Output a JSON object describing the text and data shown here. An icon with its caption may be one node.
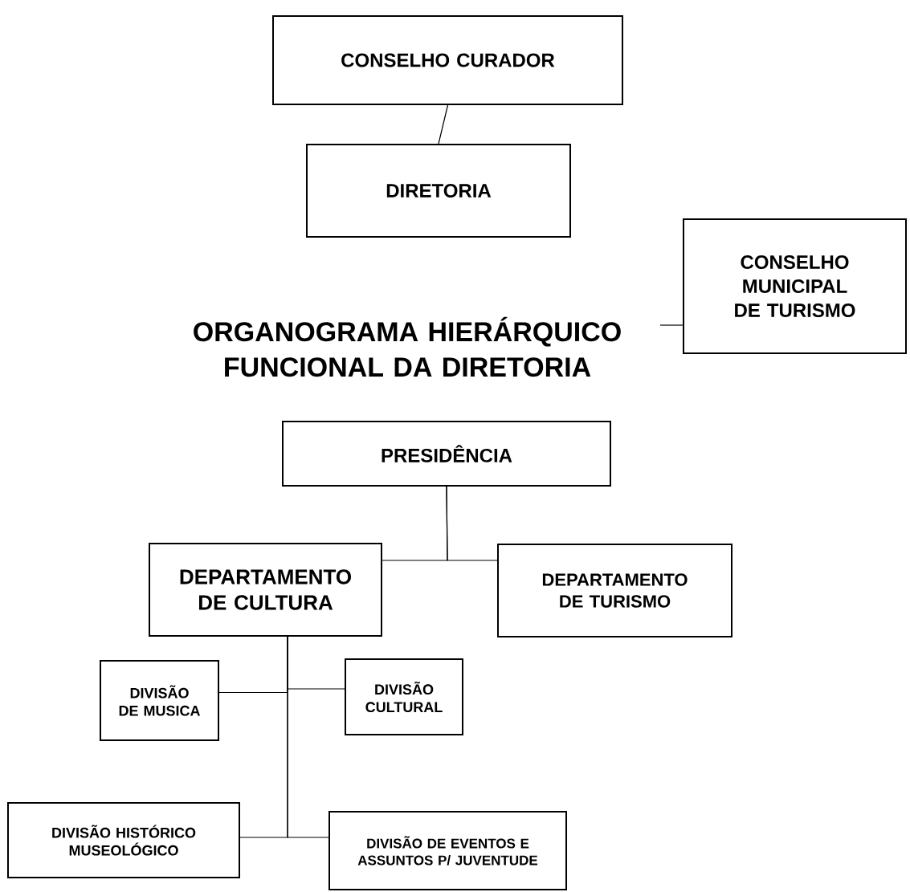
{
  "diagram": {
    "title": "ORGANOGRAMA HIERÁRQUICO FUNCIONAL DA DIRETORIA",
    "nodes": [
      {
        "text": [
          "CONSELHO CURADOR"
        ]
      },
      {
        "text": [
          "DIRETORIA"
        ]
      },
      {
        "text": [
          "CONSELHO MUNICIPAL DE TURISMO"
        ]
      },
      {
        "text": [
          "PRESIDÊNCIA"
        ]
      },
      {
        "text": [
          "DEPARTAMENTO DE CULTURA"
        ]
      },
      {
        "text": [
          "DEPARTAMENTO DE TURISMO"
        ]
      },
      {
        "text": [
          "DIVISÃO DE MUSICA"
        ]
      },
      {
        "text": [
          "DIVISÃO CULTURAL"
        ]
      },
      {
        "text": [
          "DIVISÃO HISTÓRICO MUSEOLÓGICO"
        ]
      },
      {
        "text": [
          "DIVISÃO DE EVENTOS E ASSUNTOS P/ JUVENTUDE"
        ]
      }
    ],
    "edges": [
      {
        "from": 0,
        "to": 1,
        "arrow": "none"
      },
      {
        "from": null,
        "to": 2,
        "arrow": "none"
      },
      {
        "from": 3,
        "to": 4,
        "arrow": "none"
      },
      {
        "from": 3,
        "to": 5,
        "arrow": "none"
      },
      {
        "from": 4,
        "to": 6,
        "arrow": "none"
      },
      {
        "from": 4,
        "to": 7,
        "arrow": "none"
      },
      {
        "from": 4,
        "to": 8,
        "arrow": "none"
      },
      {
        "from": 4,
        "to": 9,
        "arrow": "none"
      }
    ]
  }
}
